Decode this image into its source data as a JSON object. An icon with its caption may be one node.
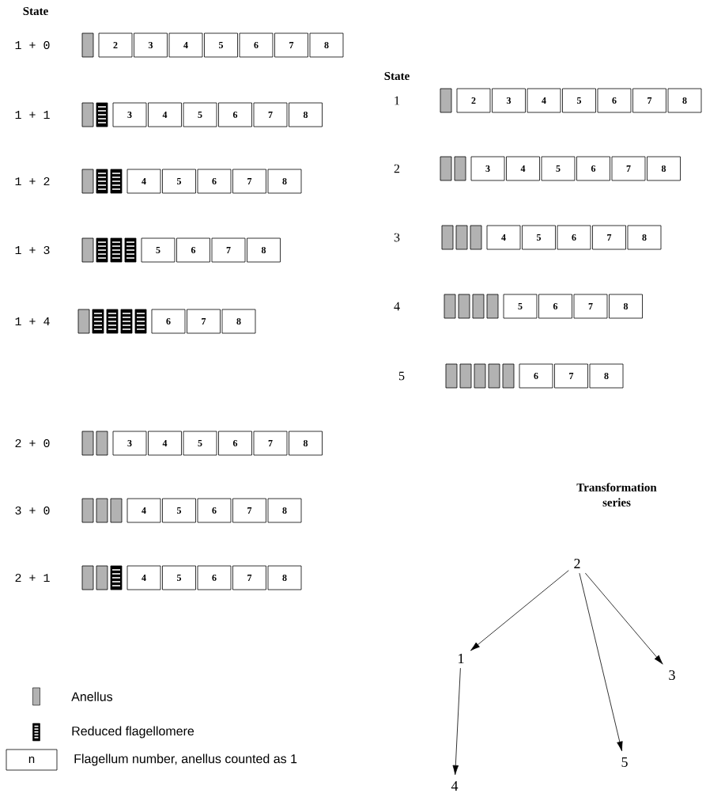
{
  "diagram": {
    "nodes": [
      {
        "text": [],
        "shape": "bar"
      },
      {
        "text": [
          "2"
        ]
      },
      {
        "text": [
          "3"
        ]
      },
      {
        "text": [
          "4"
        ]
      },
      {
        "text": [
          "5"
        ]
      },
      {
        "text": [
          "6"
        ]
      },
      {
        "text": [
          "7"
        ]
      },
      {
        "text": [
          "8"
        ]
      },
      {
        "text": [],
        "shape": "bar"
      },
      {
        "text": [],
        "shape": "striped-bar"
      },
      {
        "text": [
          "3"
        ]
      },
      {
        "text": [
          "4"
        ]
      },
      {
        "text": [
          "5"
        ]
      },
      {
        "text": [
          "6"
        ]
      },
      {
        "text": [
          "7"
        ]
      },
      {
        "text": [
          "8"
        ]
      },
      {
        "text": [],
        "shape": "bar"
      },
      {
        "text": [],
        "shape": "striped-bar"
      },
      {
        "text": [],
        "shape": "striped-bar"
      },
      {
        "text": [
          "4"
        ]
      },
      {
        "text": [
          "5"
        ]
      },
      {
        "text": [
          "6"
        ]
      },
      {
        "text": [
          "7"
        ]
      },
      {
        "text": [
          "8"
        ]
      },
      {
        "text": [],
        "shape": "bar"
      },
      {
        "text": [],
        "shape": "striped-bar"
      },
      {
        "text": [],
        "shape": "striped-bar"
      },
      {
        "text": [],
        "shape": "striped-bar"
      },
      {
        "text": [
          "5"
        ]
      },
      {
        "text": [
          "6"
        ]
      },
      {
        "text": [
          "7"
        ]
      },
      {
        "text": [
          "8"
        ]
      },
      {
        "text": [],
        "shape": "bar"
      },
      {
        "text": [],
        "shape": "striped-bar"
      },
      {
        "text": [],
        "shape": "striped-bar"
      },
      {
        "text": [],
        "shape": "striped-bar"
      },
      {
        "text": [],
        "shape": "striped-bar"
      },
      {
        "text": [
          "6"
        ]
      },
      {
        "text": [
          "7"
        ]
      },
      {
        "text": [
          "8"
        ]
      },
      {
        "text": [],
        "shape": "bar"
      },
      {
        "text": [],
        "shape": "bar"
      },
      {
        "text": [
          "3"
        ]
      },
      {
        "text": [
          "4"
        ]
      },
      {
        "text": [
          "5"
        ]
      },
      {
        "text": [
          "6"
        ]
      },
      {
        "text": [
          "7"
        ]
      },
      {
        "text": [
          "8"
        ]
      },
      {
        "text": [],
        "shape": "bar"
      },
      {
        "text": [],
        "shape": "bar"
      },
      {
        "text": [],
        "shape": "bar"
      },
      {
        "text": [
          "4"
        ]
      },
      {
        "text": [
          "5"
        ]
      },
      {
        "text": [
          "6"
        ]
      },
      {
        "text": [
          "7"
        ]
      },
      {
        "text": [
          "8"
        ]
      },
      {
        "text": [],
        "shape": "bar"
      },
      {
        "text": [],
        "shape": "bar"
      },
      {
        "text": [],
        "shape": "striped-bar"
      },
      {
        "text": [
          "4"
        ]
      },
      {
        "text": [
          "5"
        ]
      },
      {
        "text": [
          "6"
        ]
      },
      {
        "text": [
          "7"
        ]
      },
      {
        "text": [
          "8"
        ]
      },
      {
        "text": [],
        "shape": "bar"
      },
      {
        "text": [
          "2"
        ]
      },
      {
        "text": [
          "3"
        ]
      },
      {
        "text": [
          "4"
        ]
      },
      {
        "text": [
          "5"
        ]
      },
      {
        "text": [
          "6"
        ]
      },
      {
        "text": [
          "7"
        ]
      },
      {
        "text": [
          "8"
        ]
      },
      {
        "text": [],
        "shape": "bar"
      },
      {
        "text": [],
        "shape": "bar"
      },
      {
        "text": [
          "3"
        ]
      },
      {
        "text": [
          "4"
        ]
      },
      {
        "text": [
          "5"
        ]
      },
      {
        "text": [
          "6"
        ]
      },
      {
        "text": [
          "7"
        ]
      },
      {
        "text": [
          "8"
        ]
      },
      {
        "text": [],
        "shape": "bar"
      },
      {
        "text": [],
        "shape": "bar"
      },
      {
        "text": [],
        "shape": "bar"
      },
      {
        "text": [
          "4"
        ]
      },
      {
        "text": [
          "5"
        ]
      },
      {
        "text": [
          "6"
        ]
      },
      {
        "text": [
          "7"
        ]
      },
      {
        "text": [
          "8"
        ]
      },
      {
        "text": [],
        "shape": "bar"
      },
      {
        "text": [],
        "shape": "bar"
      },
      {
        "text": [],
        "shape": "bar"
      },
      {
        "text": [],
        "shape": "bar"
      },
      {
        "text": [
          "5"
        ]
      },
      {
        "text": [
          "6"
        ]
      },
      {
        "text": [
          "7"
        ]
      },
      {
        "text": [
          "8"
        ]
      },
      {
        "text": [],
        "shape": "bar"
      },
      {
        "text": [],
        "shape": "bar"
      },
      {
        "text": [],
        "shape": "bar"
      },
      {
        "text": [],
        "shape": "bar"
      },
      {
        "text": [],
        "shape": "bar"
      },
      {
        "text": [
          "6"
        ]
      },
      {
        "text": [
          "7"
        ]
      },
      {
        "text": [
          "8"
        ]
      },
      {
        "text": [
          "2"
        ]
      },
      {
        "text": [
          "1"
        ]
      },
      {
        "text": [
          "5"
        ]
      },
      {
        "text": [
          "3"
        ]
      },
      {
        "text": [
          "4"
        ]
      },
      {
        "text": [
          "n"
        ]
      }
    ],
    "edges": [
      {
        "from": 104,
        "to": 105,
        "arrow": "to"
      },
      {
        "from": 104,
        "to": 106,
        "arrow": "to"
      },
      {
        "from": 104,
        "to": 107,
        "arrow": "to"
      },
      {
        "from": 105,
        "to": 108,
        "arrow": "to"
      }
    ],
    "labels": [
      "State",
      "1 + 0",
      "1 + 1",
      "1 + 2",
      "1 + 3",
      "1 + 4",
      "2 + 0",
      "3 + 0",
      "2 + 1",
      "State",
      "1",
      "2",
      "3",
      "4",
      "5",
      "Transformation series"
    ],
    "legend": [
      {
        "text": "Anellus"
      },
      {
        "text": "Reduced flagellomere"
      },
      {
        "text": "Flagellum number, anellus counted as 1"
      }
    ]
  }
}
